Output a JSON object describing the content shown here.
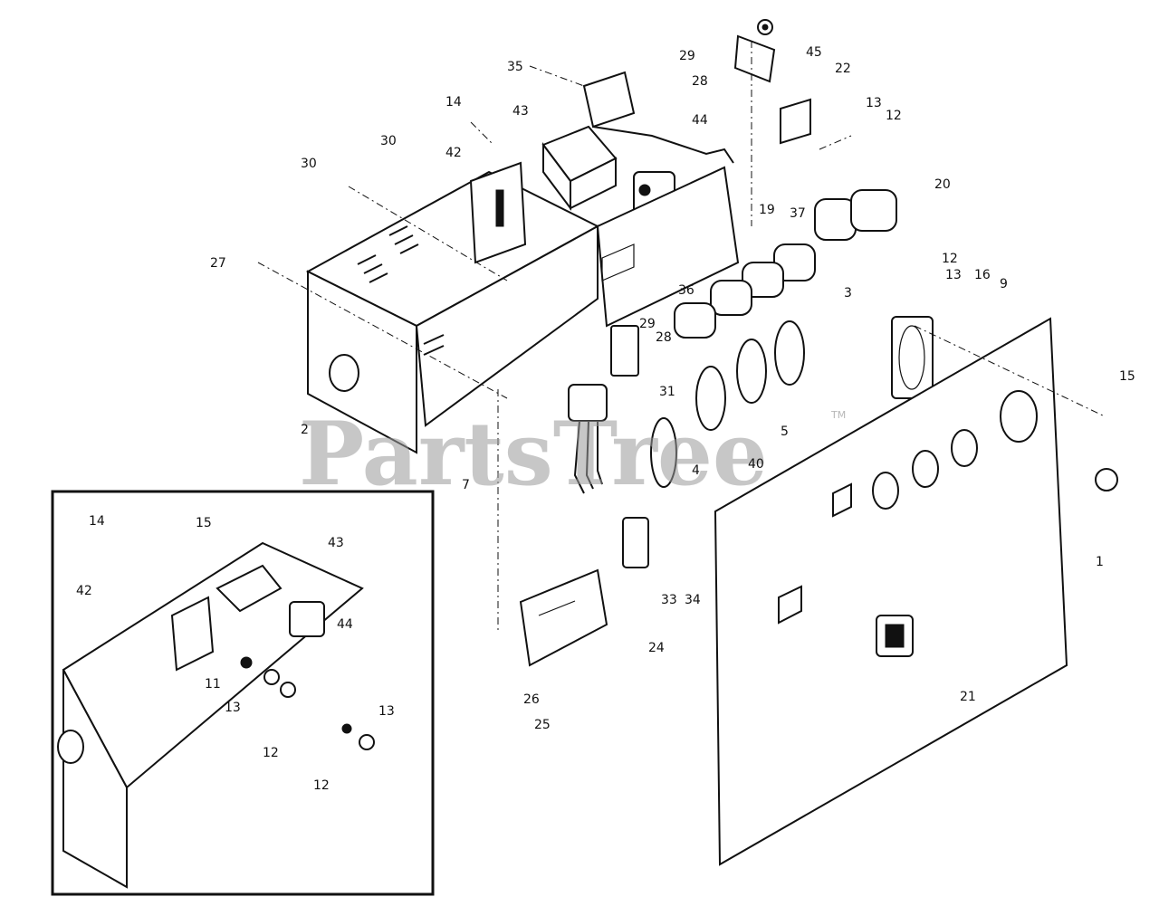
{
  "diagram": {
    "watermark": "PartsTree",
    "trademark": "TM",
    "main_callouts": [
      "35",
      "29",
      "28",
      "45",
      "22",
      "14",
      "43",
      "44",
      "13",
      "12",
      "30",
      "42",
      "30",
      "20",
      "19",
      "37",
      "27",
      "12",
      "13",
      "16",
      "9",
      "36",
      "29",
      "28",
      "3",
      "15",
      "2",
      "31",
      "5",
      "7",
      "40",
      "4",
      "1",
      "33",
      "34",
      "24",
      "21",
      "26",
      "25"
    ],
    "inset_callouts": [
      "14",
      "15",
      "43",
      "42",
      "44",
      "11",
      "13",
      "13",
      "12",
      "12"
    ]
  }
}
